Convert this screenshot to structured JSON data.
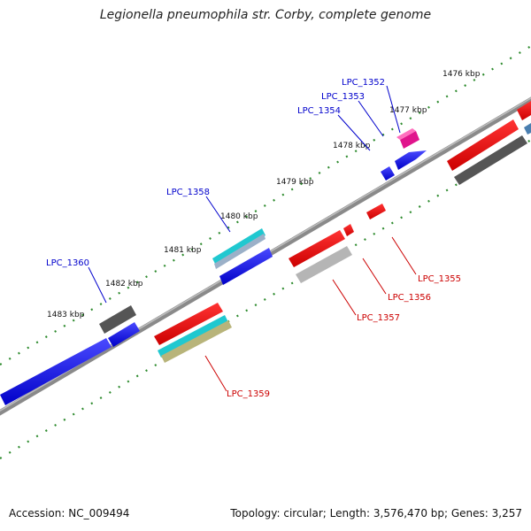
{
  "title": "Legionella pneumophila str. Corby, complete genome",
  "footer": {
    "accession": "Accession: NC_009494",
    "stats": "Topology: circular; Length: 3,576,470 bp; Genes: 3,257"
  },
  "colors": {
    "backbone": "#8a8a8a",
    "tick_dots": "#2e8b2e",
    "forward_label": "#0000cc",
    "reverse_label": "#cc0000"
  },
  "kbp_labels": [
    "1476 kbp",
    "1477 kbp",
    "1478 kbp",
    "1479 kbp",
    "1480 kbp",
    "1481 kbp",
    "1482 kbp",
    "1483 kbp"
  ],
  "genes_forward": [
    "LPC_1352",
    "LPC_1353",
    "LPC_1354",
    "LPC_1358",
    "LPC_1360"
  ],
  "genes_reverse": [
    "LPC_1355",
    "LPC_1356",
    "LPC_1357",
    "LPC_1359"
  ]
}
